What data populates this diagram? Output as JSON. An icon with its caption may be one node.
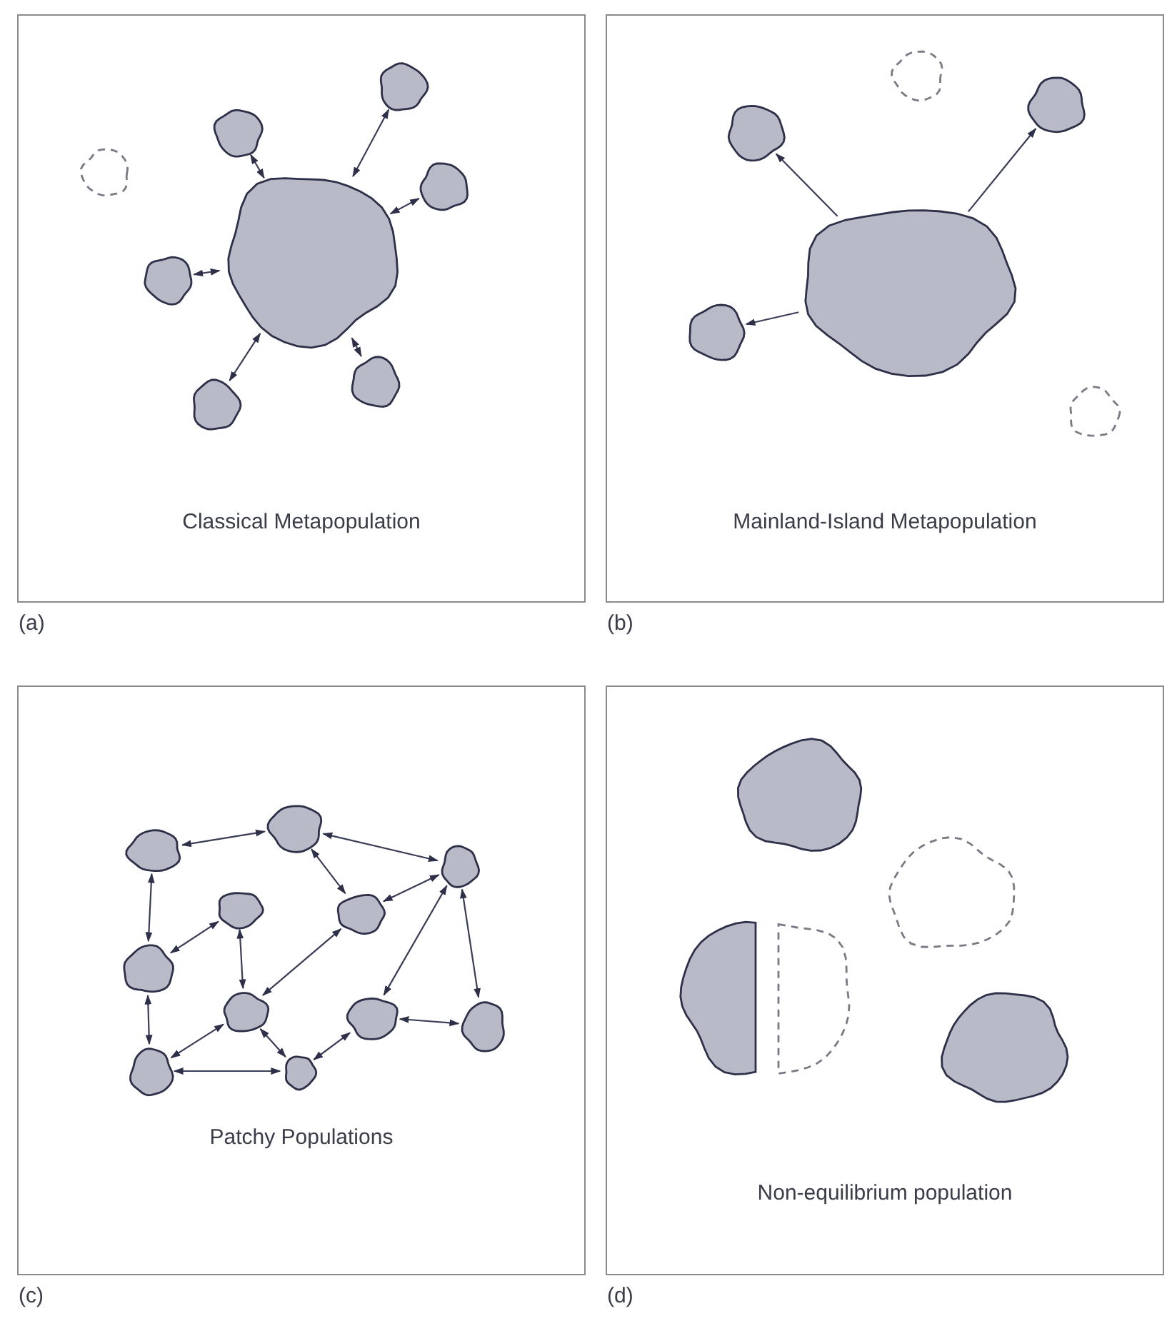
{
  "diagram": {
    "nodes": [
      {
        "text": [
          "Classical Metapopulation"
        ],
        "beside": [
          "(a)"
        ]
      },
      {
        "text": [],
        "shape": "blob",
        "in": 0
      },
      {
        "text": [],
        "shape": "blob",
        "in": 0
      },
      {
        "text": [],
        "shape": "outline",
        "in": 0
      },
      {
        "text": [],
        "shape": "blob",
        "in": 0
      },
      {
        "text": [],
        "shape": "blob",
        "in": 0
      },
      {
        "text": [],
        "shape": "blob",
        "in": 0
      },
      {
        "text": [],
        "shape": "blob",
        "in": 0
      },
      {
        "text": [],
        "shape": "blob",
        "in": 0
      },
      {
        "text": [
          "Mainland-Island Metapopulation"
        ],
        "beside": [
          "(b)"
        ]
      },
      {
        "text": [],
        "shape": "outline",
        "in": 9
      },
      {
        "text": [],
        "shape": "blob",
        "in": 9
      },
      {
        "text": [],
        "shape": "blob",
        "in": 9
      },
      {
        "text": [],
        "shape": "blob",
        "in": 9
      },
      {
        "text": [],
        "shape": "blob",
        "in": 9
      },
      {
        "text": [],
        "shape": "outline",
        "in": 9
      },
      {
        "text": [
          "Patchy Populations"
        ],
        "beside": [
          "(c)"
        ]
      },
      {
        "text": [],
        "shape": "blob",
        "in": 16
      },
      {
        "text": [],
        "shape": "blob",
        "in": 16
      },
      {
        "text": [],
        "shape": "blob",
        "in": 16
      },
      {
        "text": [],
        "shape": "blob",
        "in": 16
      },
      {
        "text": [],
        "shape": "blob",
        "in": 16
      },
      {
        "text": [],
        "shape": "blob",
        "in": 16
      },
      {
        "text": [],
        "shape": "blob",
        "in": 16
      },
      {
        "text": [],
        "shape": "blob",
        "in": 16
      },
      {
        "text": [],
        "shape": "blob",
        "in": 16
      },
      {
        "text": [],
        "shape": "blob",
        "in": 16
      },
      {
        "text": [],
        "shape": "blob",
        "in": 16
      },
      {
        "text": [
          "Non-equilibrium population"
        ],
        "beside": [
          "(d)"
        ]
      },
      {
        "text": [],
        "shape": "blob",
        "in": 28
      },
      {
        "text": [],
        "shape": "outline",
        "in": 28
      },
      {
        "text": [],
        "shape": "half-blob",
        "in": 28
      },
      {
        "text": [],
        "shape": "half-outline",
        "in": 28
      },
      {
        "text": [],
        "shape": "blob",
        "in": 28
      }
    ],
    "edges": [
      {
        "from": 5,
        "to": 1,
        "arrow": "both"
      },
      {
        "from": 5,
        "to": 2,
        "arrow": "both"
      },
      {
        "from": 5,
        "to": 4,
        "arrow": "both"
      },
      {
        "from": 5,
        "to": 6,
        "arrow": "both"
      },
      {
        "from": 5,
        "to": 7,
        "arrow": "both"
      },
      {
        "from": 5,
        "to": 8,
        "arrow": "both"
      },
      {
        "from": 13,
        "to": 11,
        "arrow": "to"
      },
      {
        "from": 13,
        "to": 12,
        "arrow": "to"
      },
      {
        "from": 13,
        "to": 14,
        "arrow": "to"
      },
      {
        "from": 18,
        "to": 17,
        "arrow": "both"
      },
      {
        "from": 17,
        "to": 19,
        "arrow": "both"
      },
      {
        "from": 17,
        "to": 21,
        "arrow": "both"
      },
      {
        "from": 21,
        "to": 19,
        "arrow": "both"
      },
      {
        "from": 18,
        "to": 22,
        "arrow": "both"
      },
      {
        "from": 22,
        "to": 20,
        "arrow": "both"
      },
      {
        "from": 20,
        "to": 23,
        "arrow": "both"
      },
      {
        "from": 23,
        "to": 21,
        "arrow": "both"
      },
      {
        "from": 19,
        "to": 24,
        "arrow": "both"
      },
      {
        "from": 19,
        "to": 25,
        "arrow": "both"
      },
      {
        "from": 22,
        "to": 26,
        "arrow": "both"
      },
      {
        "from": 23,
        "to": 26,
        "arrow": "both"
      },
      {
        "from": 23,
        "to": 27,
        "arrow": "both"
      },
      {
        "from": 26,
        "to": 27,
        "arrow": "both"
      },
      {
        "from": 27,
        "to": 24,
        "arrow": "both"
      },
      {
        "from": 24,
        "to": 25,
        "arrow": "both"
      }
    ]
  }
}
